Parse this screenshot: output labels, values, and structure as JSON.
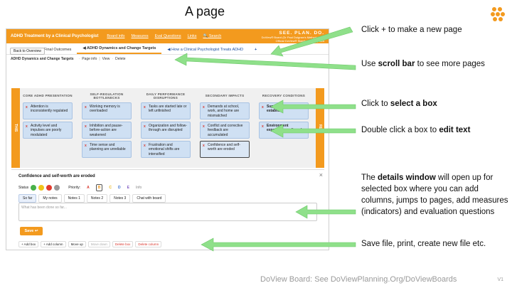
{
  "slide": {
    "title": "A page",
    "footer": "DoView Board: See DoViewPlanning.Org/DoViewBoards",
    "version": "V1"
  },
  "app": {
    "title": "ADHD Treatment by a Clinical Psychologist",
    "menus": [
      "Board info",
      "Measures",
      "Eval Questions",
      "Links",
      "Search"
    ],
    "brand": "SEE. PLAN. DO.",
    "brand_sub1": "DoView® Board (Dr Paul Duignan's Methodology)",
    "brand_sub2": "Official DoView® Standards Compliant",
    "tabs": [
      "Overview",
      "Final Outcomes",
      "ADHD Dynamics and Change Targets",
      "How a Clinical Psychologist Treats ADHD",
      "+"
    ],
    "breadcrumb": {
      "title": "ADHD Dynamics and Change Targets",
      "page_info": "Page info",
      "view": "View",
      "delete": "Delete"
    },
    "back_button": "Back to Overview",
    "side_left": "THIS",
    "side_right": "RES",
    "columns": [
      {
        "header": "CORE ADHD PRESENTATION",
        "boxes": [
          "Attention is inconsistently regulated",
          "Activity level and impulses are poorly modulated"
        ]
      },
      {
        "header": "SELF-REGULATION BOTTLENECKS",
        "boxes": [
          "Working memory is overloaded",
          "Inhibition and pause-before-action are weakened",
          "Time sense and planning are unreliable"
        ]
      },
      {
        "header": "DAILY PERFORMANCE DISRUPTIONS",
        "boxes": [
          "Tasks are started late or left unfinished",
          "Organization and follow-through are disrupted",
          "Frustration and emotional shifts are intensified"
        ]
      },
      {
        "header": "SECONDARY IMPACTS",
        "boxes": [
          "Demands at school, work, and home are mismatched",
          "Conflict and corrective feedback are accumulated",
          "Confidence and self-worth are eroded"
        ]
      },
      {
        "header": "RECOVERY CONDITIONS",
        "boxes": [
          "Supportive are establish",
          "Environment expectations aligned"
        ]
      }
    ],
    "details": {
      "title": "Confidence and self-worth are eroded",
      "status_label": "Status",
      "priority_label": "Priority:",
      "priorities": [
        "A",
        "B",
        "C",
        "D",
        "E",
        "Info"
      ],
      "status_colors": [
        "#49b14a",
        "#f0c419",
        "#e23b2e",
        "#9a9a9a"
      ],
      "note_tabs": [
        "So far",
        "My notes",
        "Notes 1",
        "Notes 2",
        "Notes 3",
        "Chat with board"
      ],
      "placeholder": "What has been done so far...",
      "save": "Save",
      "actions": [
        "+ Add box",
        "+ Add column",
        "Move up",
        "Move down",
        "Delete box",
        "Delete column"
      ]
    }
  },
  "annotations": {
    "a1": "Click + to make a new page",
    "a2_pre": "Use ",
    "a2_bold": "scroll bar",
    "a2_post": " to see more pages",
    "a3_pre": "Click to ",
    "a3_bold": "select a box",
    "a4_pre": "Double click a box to ",
    "a4_bold": "edit text",
    "a5_pre": "The ",
    "a5_bold": "details window",
    "a5_post": " will open up for selected box where you can add columns, jumps to pages, add measures (indicators) and evaluation questions",
    "a6": "Save file, print, create new file etc."
  },
  "colors": {
    "accent": "#f39a1e",
    "box": "#cfe0f3",
    "arrow": "#8fe08a"
  }
}
